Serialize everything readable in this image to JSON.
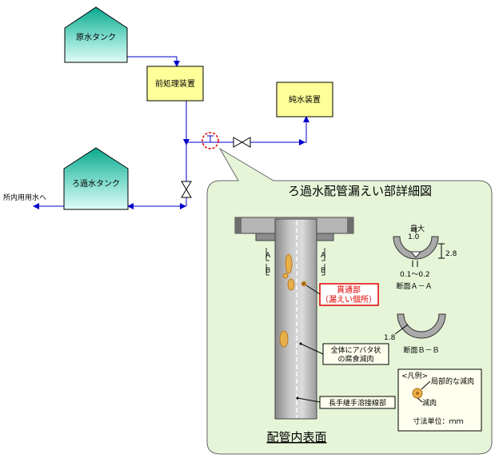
{
  "diagram": {
    "equipment": {
      "raw_water_tank": "原水タンク",
      "pretreatment": "前処理装置",
      "pure_water": "純水装置",
      "filtered_tank": "ろ過水タンク",
      "plant_use": "所内用用水へ"
    },
    "detail": {
      "title": "ろ過水配管漏えい部詳細図",
      "subtitle": "配管内表面",
      "section_marker": "A",
      "section_marker_b": "B",
      "through_hole_1": "貫通部",
      "through_hole_2": "（漏えい個所）",
      "corrosion_1": "全体にアバタ状",
      "corrosion_2": "の腐食減肉",
      "weld_line": "長手継手溶接線部",
      "section_aa": {
        "caption": "断面Ａ－Ａ",
        "max_label": "最大",
        "max_value": "1.0",
        "thickness": "2.8",
        "range": "0.1～0.2"
      },
      "section_bb": {
        "caption": "断面Ｂ－Ｂ",
        "value": "1.8"
      },
      "legend": {
        "title": "<凡例>",
        "local": "局部的な減肉",
        "thinning": "減肉",
        "unit": "寸法単位：ｍｍ"
      }
    },
    "colors": {
      "tank_top": "#0aa88e",
      "tank_bottom": "#e0fbf7",
      "box_fill": "#ffff99",
      "pipe_line": "#0000cc",
      "detail_bg": "#e6f5d8",
      "highlight_red": "#e00000"
    }
  }
}
